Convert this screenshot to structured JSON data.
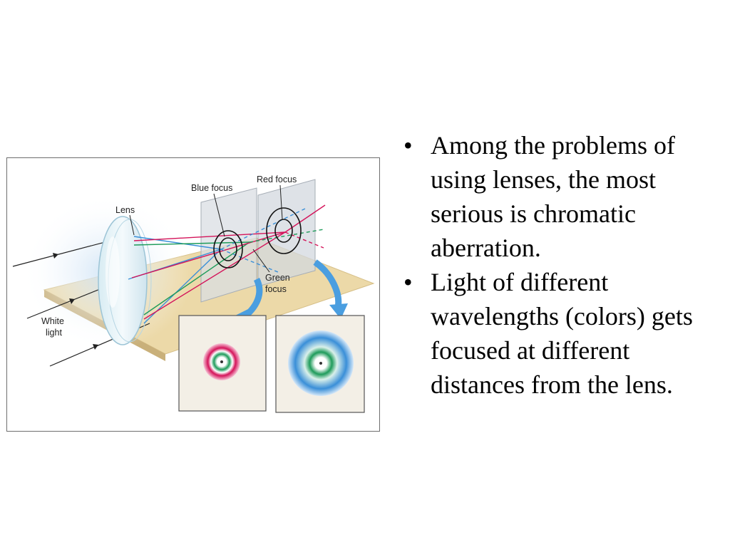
{
  "figure": {
    "labels": {
      "lens": "Lens",
      "blue_focus": "Blue focus",
      "red_focus": "Red focus",
      "green_focus_line1": "Green",
      "green_focus_line2": "focus",
      "white_light_line1": "White",
      "white_light_line2": "light"
    },
    "colors": {
      "red_ray": "#d4145a",
      "green_ray": "#1e9b5a",
      "blue_ray": "#3a8fd8",
      "table": "#ecd9a8",
      "arrow": "#4a9ee0"
    }
  },
  "bullets": [
    {
      "marker": "•",
      "text": "Among the problems of using lenses, the most serious is chromatic aberration."
    },
    {
      "marker": "•",
      "text": "Light of different wavelengths (colors) gets focused at different distances from the lens."
    }
  ]
}
